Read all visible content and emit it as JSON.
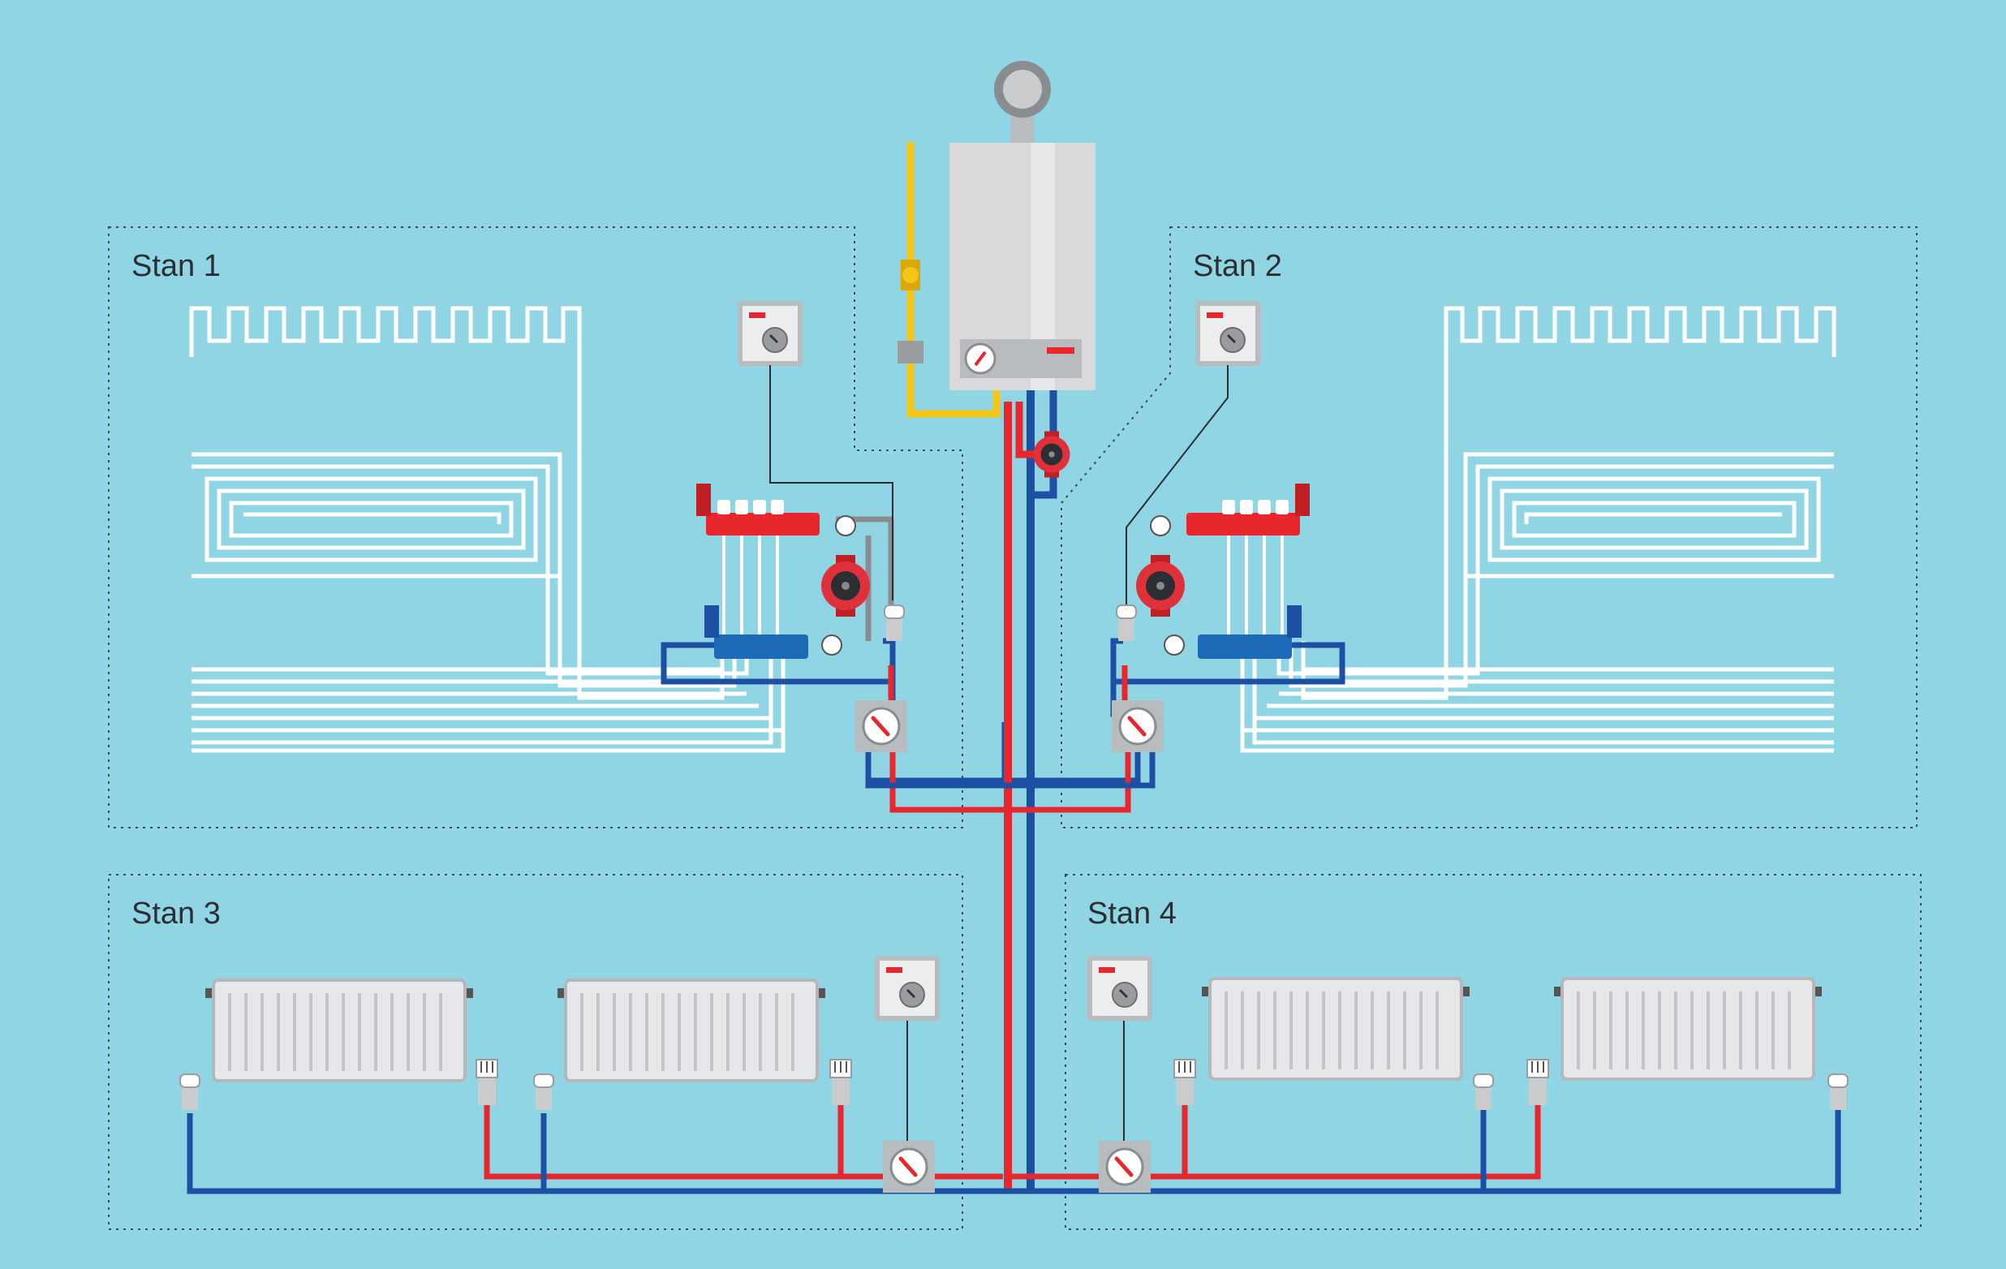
{
  "title": "Heating system diagram",
  "zones": [
    {
      "id": "stan-1",
      "label": "Stan 1",
      "heating": "underfloor"
    },
    {
      "id": "stan-2",
      "label": "Stan 2",
      "heating": "underfloor"
    },
    {
      "id": "stan-3",
      "label": "Stan 3",
      "heating": "radiators"
    },
    {
      "id": "stan-4",
      "label": "Stan 4",
      "heating": "radiators"
    }
  ],
  "colors": {
    "background": "#8fd5e3",
    "supply": "#e8262e",
    "return": "#1d4fa3",
    "gas": "#f5c518",
    "underfloor_pipe": "#ffffff",
    "boiler": "#d8d9db",
    "device_panel": "#b9bcbf",
    "zone_border": "#3a4a55"
  },
  "icons": [
    "boiler-icon",
    "thermostat-icon",
    "pump-icon",
    "manifold-icon",
    "valve-icon",
    "radiator-icon",
    "gauge-icon"
  ]
}
